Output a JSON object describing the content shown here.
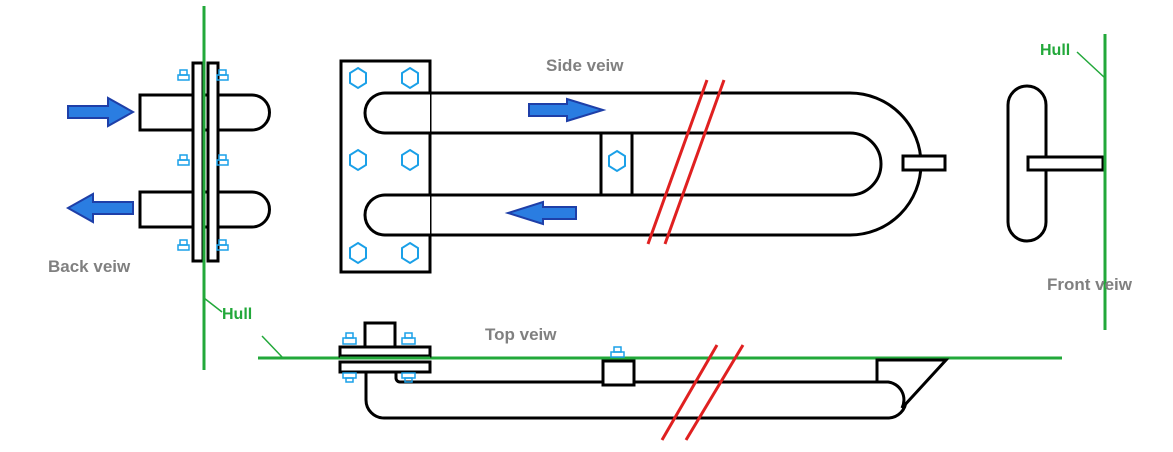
{
  "labels": {
    "side_view": "Side veiw",
    "back_view": "Back veiw",
    "top_view": "Top veiw",
    "front_view": "Front veiw",
    "hull_top_right": "Hull",
    "hull_left": "Hull"
  },
  "colors": {
    "hull_line": "#22a83a",
    "outline": "#000000",
    "bolt": "#1aa0e8",
    "arrow_fill": "#2a7de1",
    "arrow_stroke": "#1e3fa8",
    "break_mark": "#e02020",
    "label_gray": "#808080",
    "label_green": "#22a83a"
  },
  "icons": {
    "bolt_hex": "hexagon-bolt-icon",
    "flow_arrow": "flow-arrow-icon",
    "break": "break-mark-icon"
  }
}
